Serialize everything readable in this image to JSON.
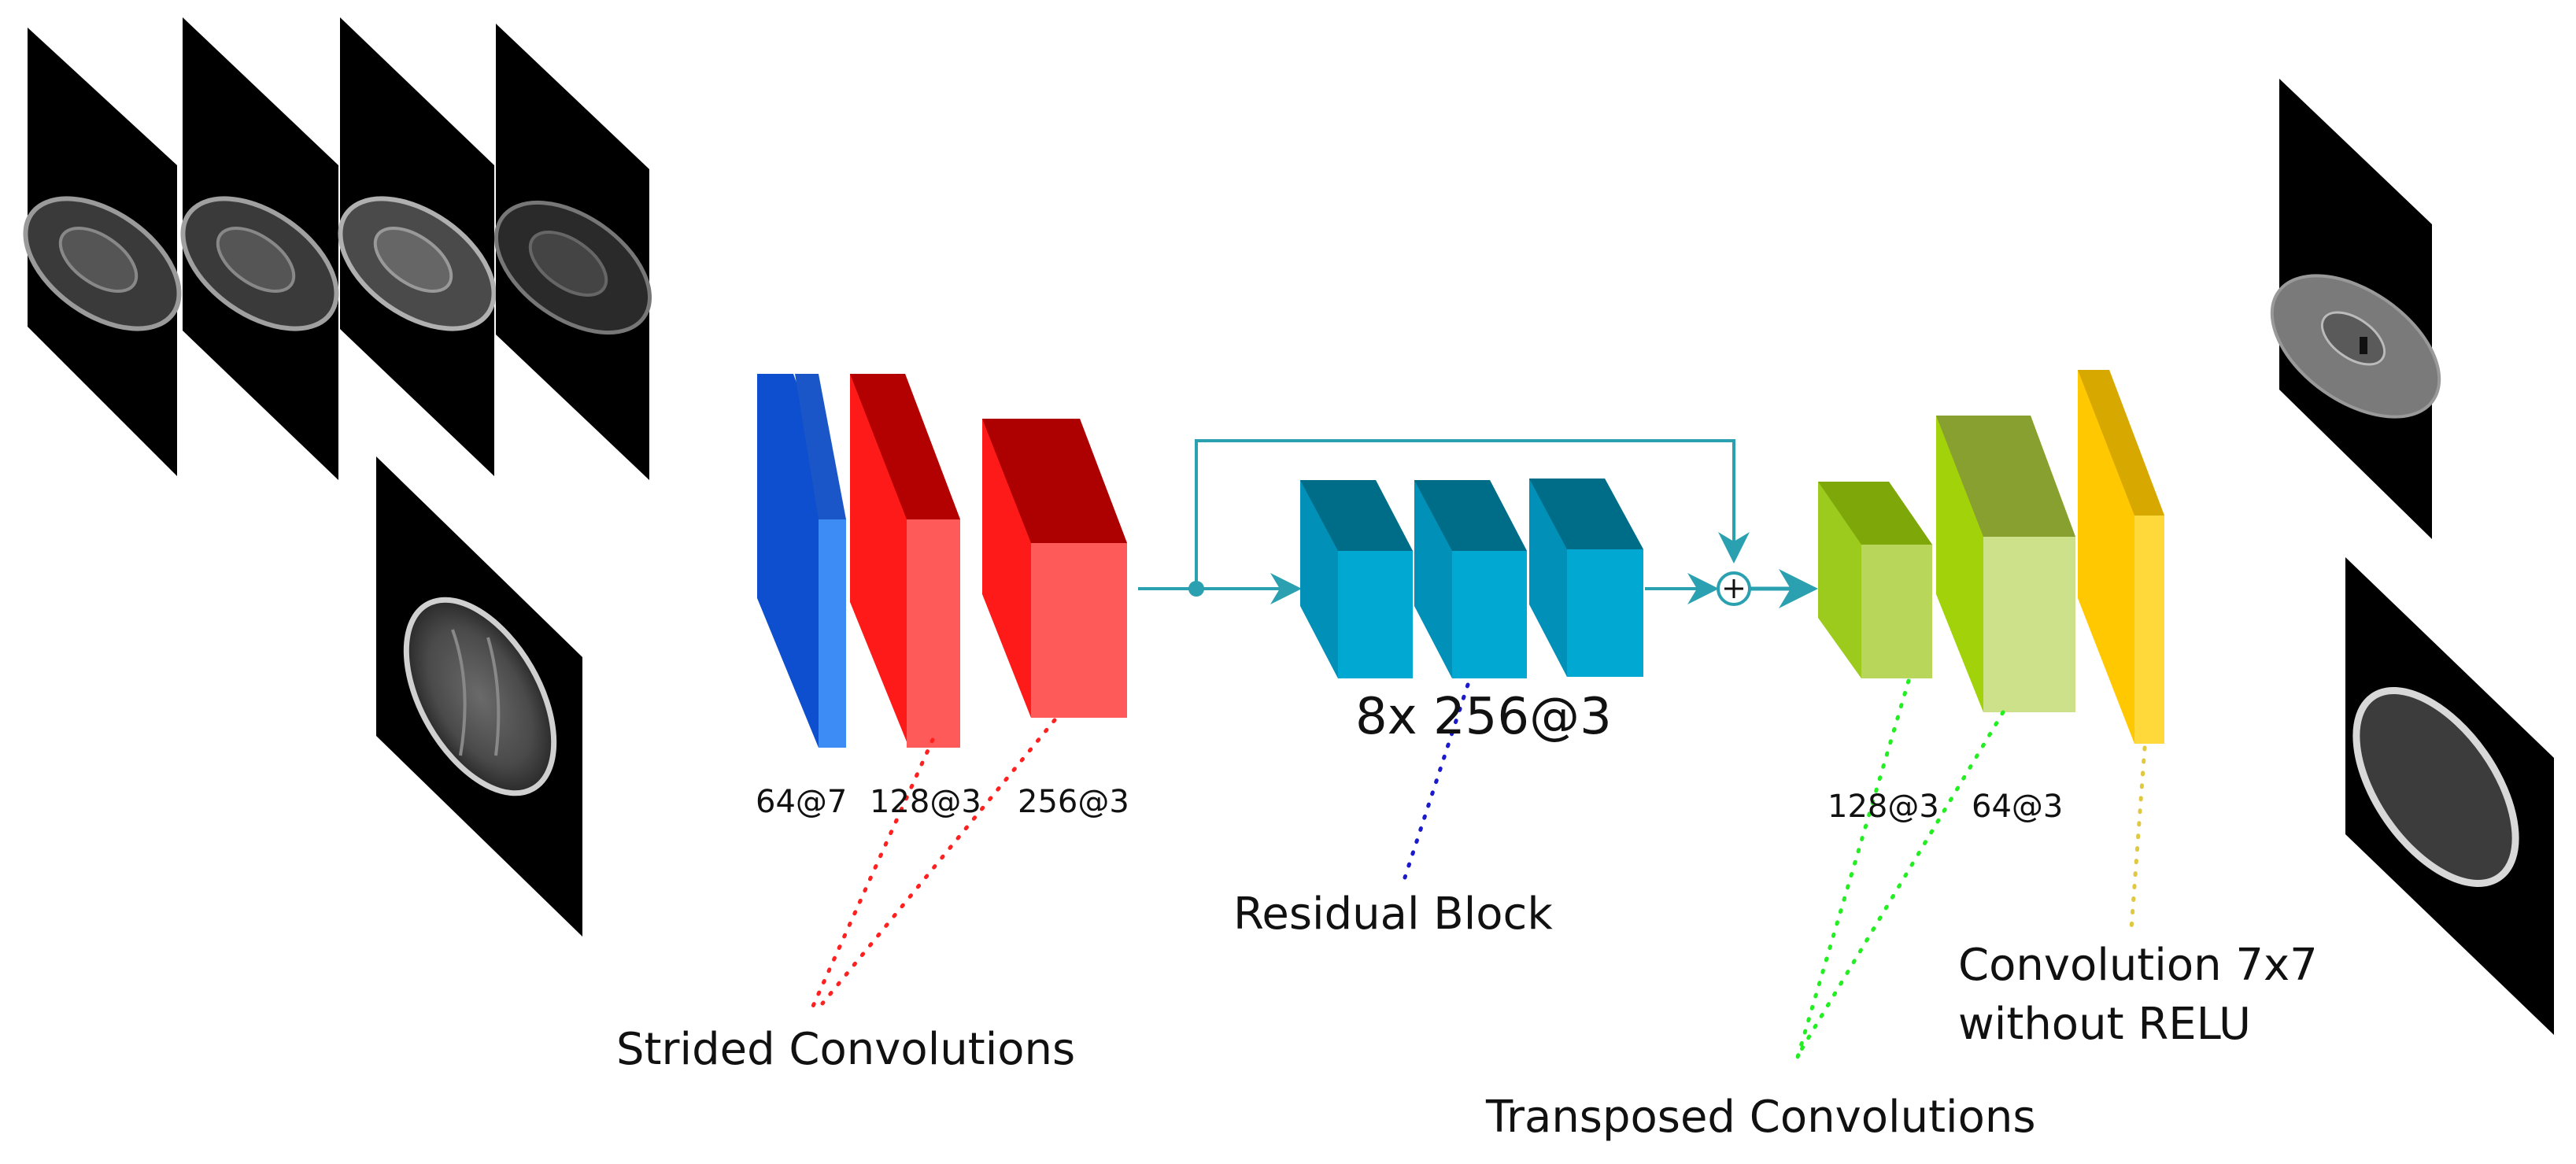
{
  "colors": {
    "background": "#ffffff",
    "conv7_blue": "#1f5fe0",
    "strided_red": "#ff2222",
    "residual_teal": "#00a8d2",
    "transposed_green": "#9fcf1a",
    "output_yellow": "#ffcc00",
    "connector_teal": "#2aa0b0",
    "leader_red": "#ff2020",
    "leader_blue": "#1a1acc",
    "leader_green": "#22ee22",
    "leader_yellow": "#e0c840"
  },
  "layers": {
    "conv_64_7": "64@7",
    "strided_128_3": "128@3",
    "strided_256_3": "256@3",
    "residual_count": "8x 256@3",
    "transposed_128_3": "128@3",
    "transposed_64_3": "64@3"
  },
  "annotations": {
    "strided": "Strided Convolutions",
    "residual": "Residual Block",
    "transposed": "Transposed Convolutions",
    "final_line1": "Convolution 7x7",
    "final_line2": "without RELU"
  },
  "icons": {
    "sum_node": "circle-plus-icon",
    "branch_node": "dot-icon"
  }
}
